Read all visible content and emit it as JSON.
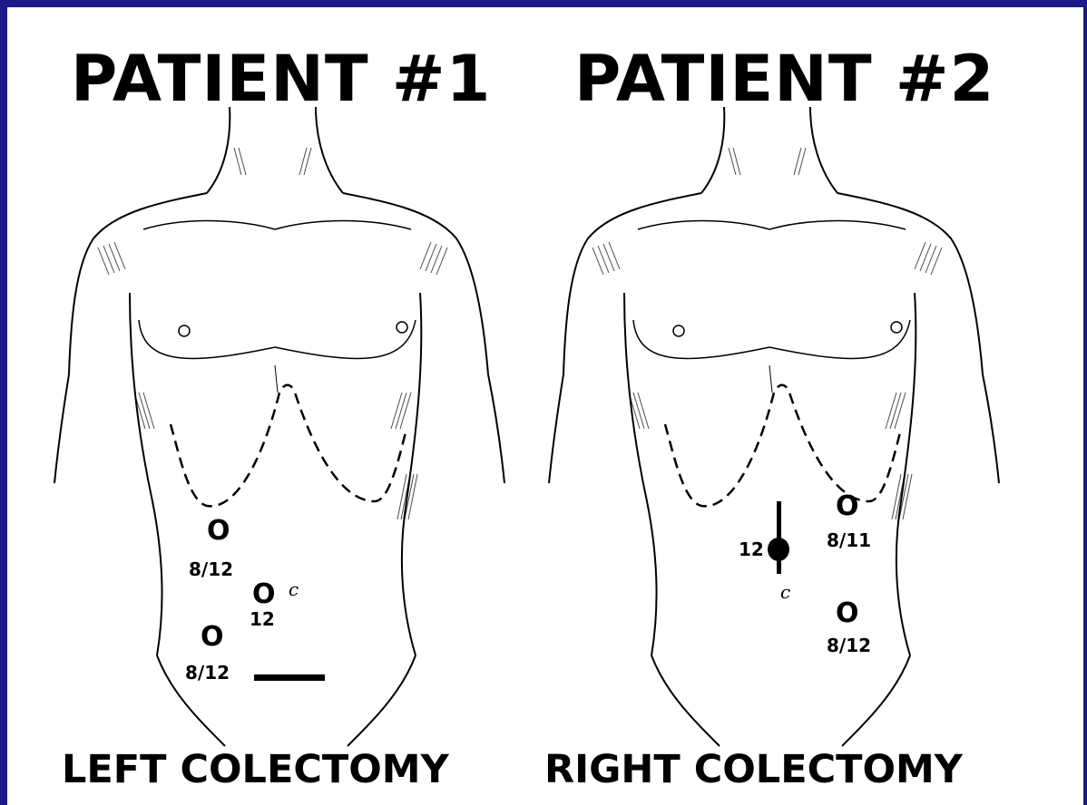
{
  "patient1": {
    "title": "PATIENT #1",
    "caption": "LEFT COLECTOMY",
    "ports": [
      {
        "symbol": "O",
        "size": "8/12"
      },
      {
        "symbol": "O",
        "size": "12"
      },
      {
        "symbol": "O",
        "size": "8/12"
      }
    ],
    "camera_mark": "c"
  },
  "patient2": {
    "title": "PATIENT #2",
    "caption": "RIGHT COLECTOMY",
    "ports": [
      {
        "symbol": "O",
        "size": "8/11"
      },
      {
        "symbol": "O",
        "size": "8/12"
      }
    ],
    "camera_port_size": "12",
    "camera_mark": "c"
  },
  "colors": {
    "border": "#1a1a8a",
    "ink": "#000000",
    "paper": "#ffffff"
  }
}
